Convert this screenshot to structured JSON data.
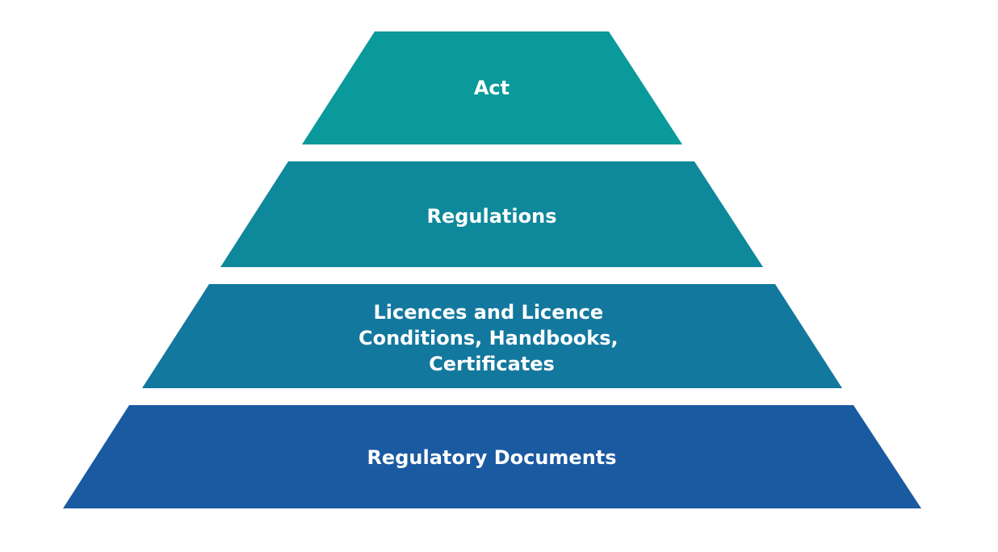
{
  "pyramid": {
    "tiers": [
      {
        "lines": [
          "Act"
        ],
        "color": "#0A9A9B"
      },
      {
        "lines": [
          "Regulations"
        ],
        "color": "#0E889B"
      },
      {
        "lines": [
          "Licences and Licence",
          "Conditions, Handbooks,",
          "Certificates"
        ],
        "color": "#13789E"
      },
      {
        "lines": [
          "Regulatory Documents"
        ],
        "color": "#1A5AA0"
      }
    ]
  }
}
